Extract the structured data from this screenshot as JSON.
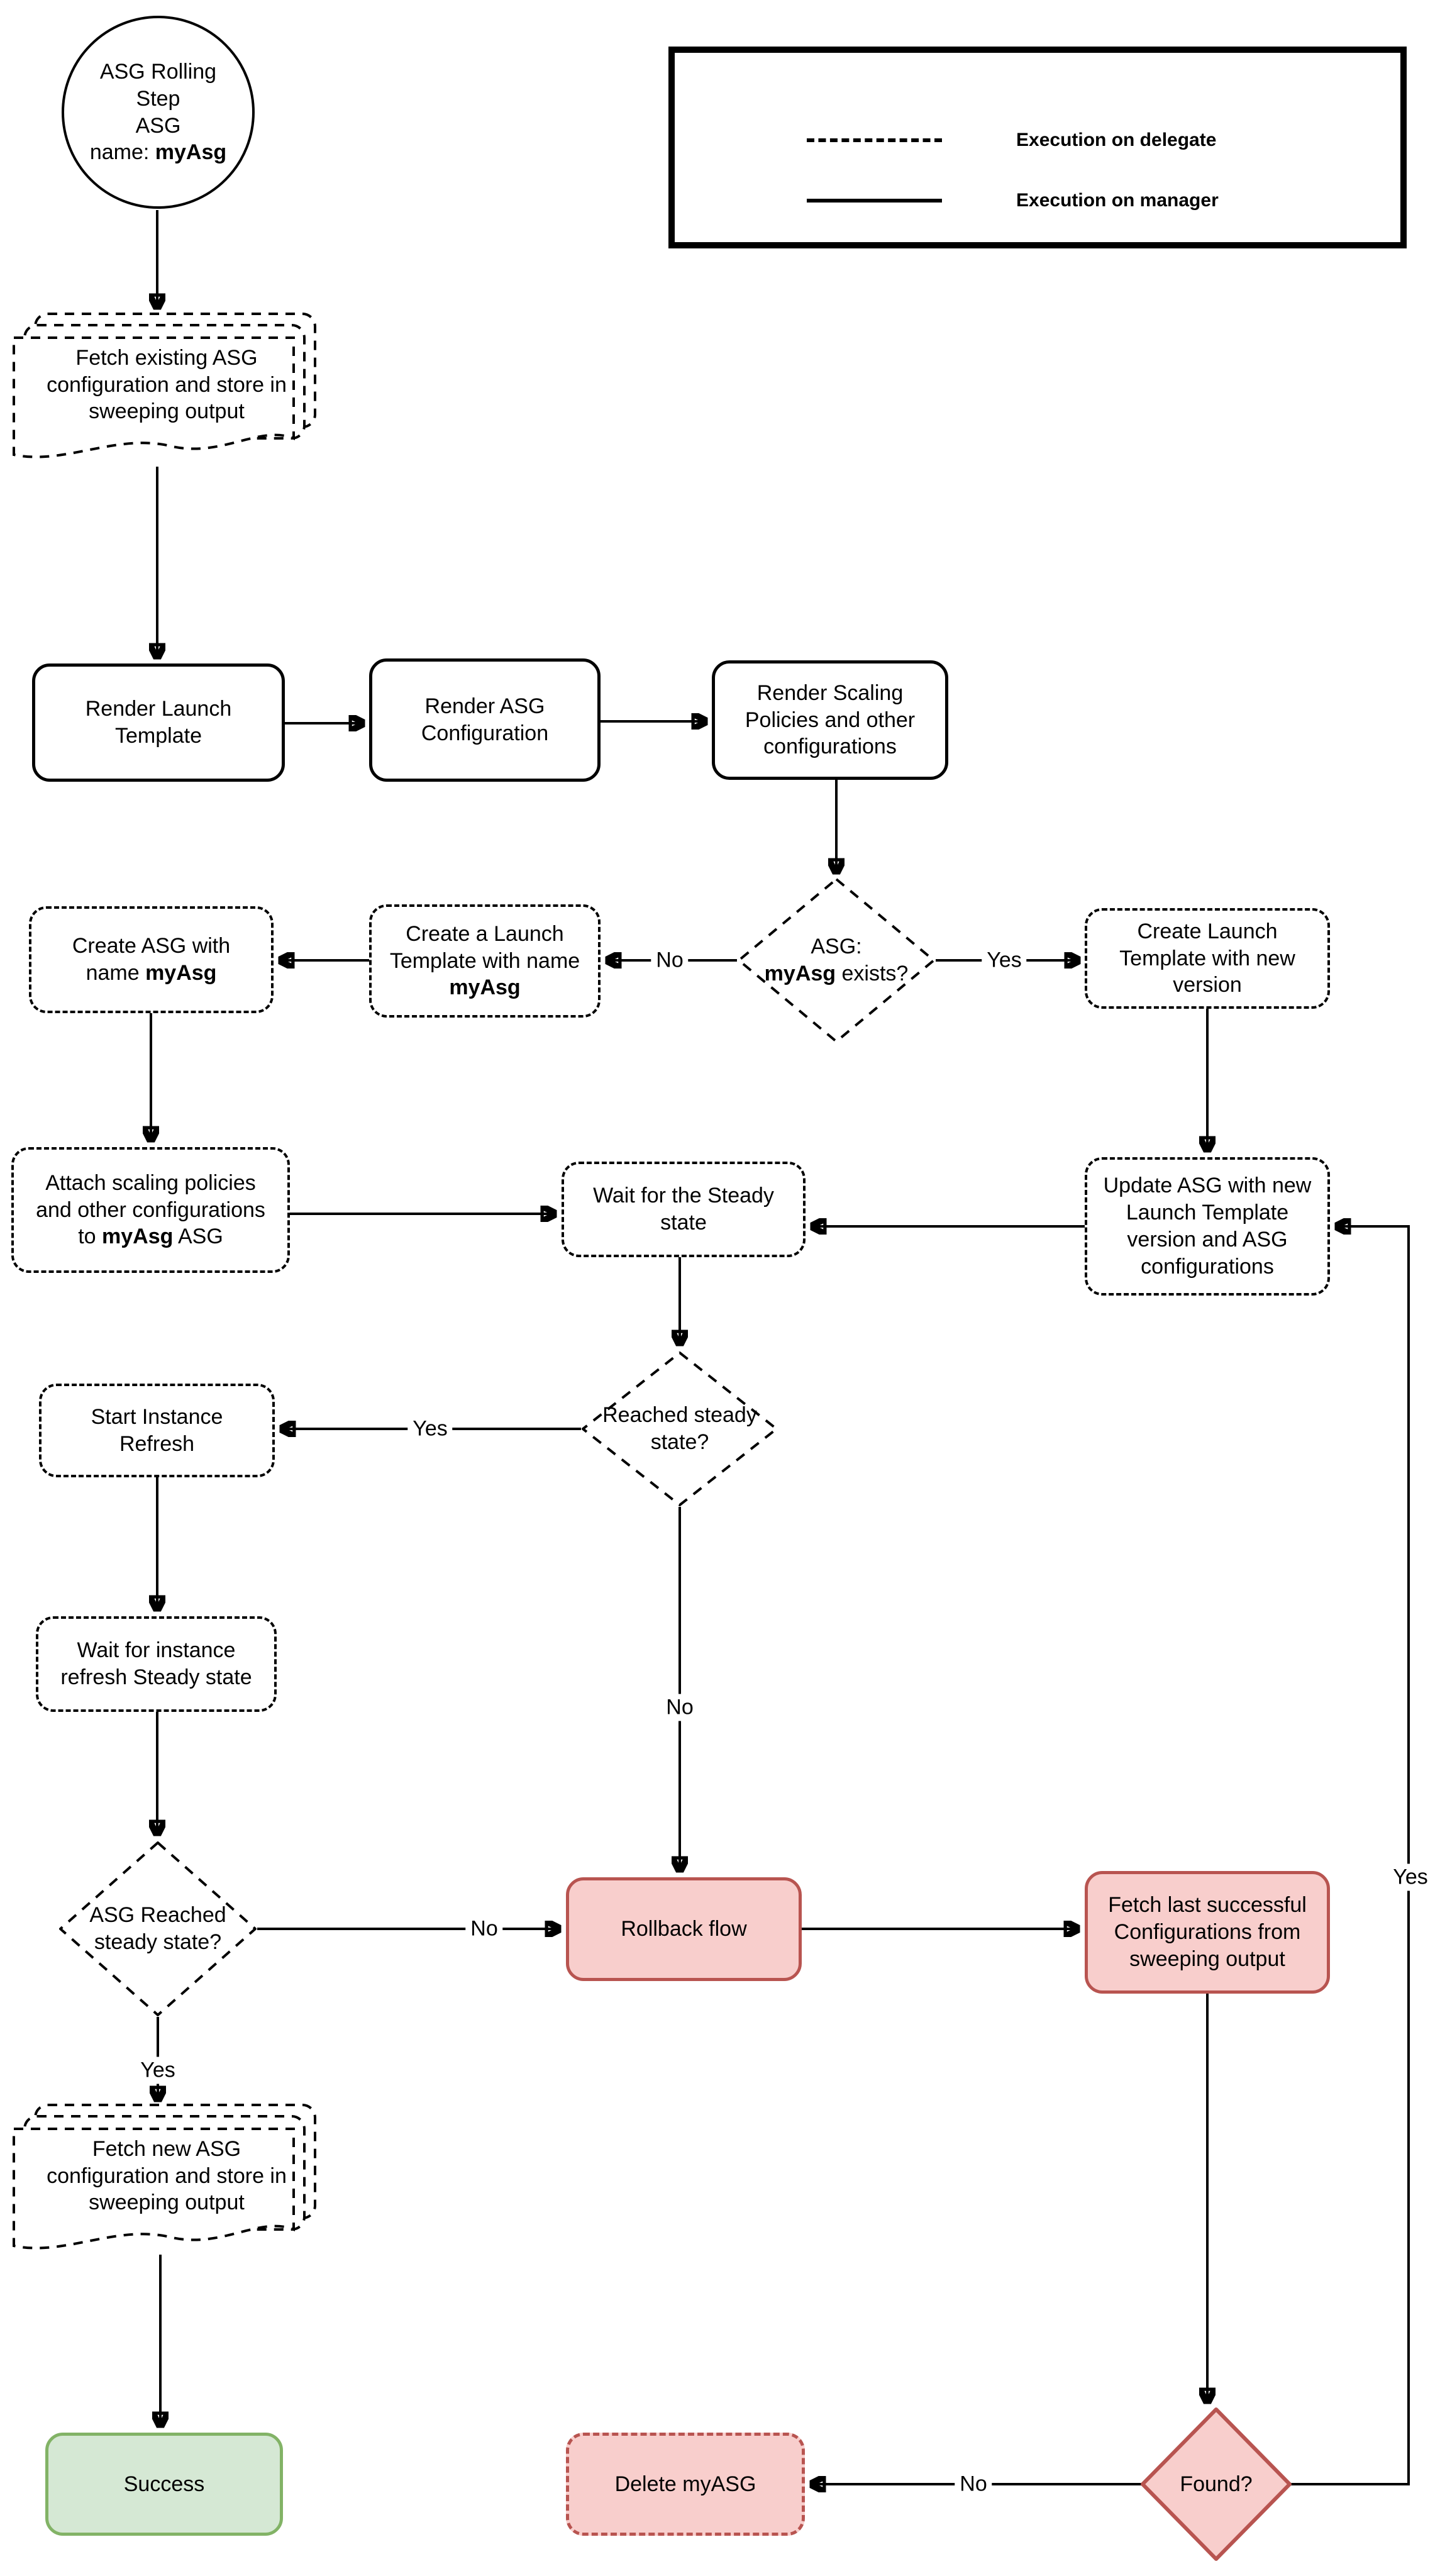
{
  "legend": {
    "items": [
      {
        "style": "dashed",
        "label": "Execution on delegate"
      },
      {
        "style": "solid",
        "label": "Execution on manager"
      }
    ]
  },
  "colors": {
    "danger_fill": "#F8CECC",
    "danger_stroke": "#B85450",
    "success_fill": "#D5E8D4",
    "success_stroke": "#82B366",
    "line": "#000000",
    "background": "#FFFFFF"
  },
  "nodes": {
    "start": {
      "line1": "ASG Rolling Step",
      "line2": "ASG",
      "line3_pre": "name: ",
      "line3_bold": "myAsg"
    },
    "fetch_existing": {
      "label": "Fetch existing ASG configuration and store in sweeping output"
    },
    "render_launch_template": {
      "label": "Render Launch Template"
    },
    "render_asg_configuration": {
      "label": "Render ASG Configuration"
    },
    "render_scaling_policies": {
      "label": "Render Scaling Policies and other configurations"
    },
    "asg_exists": {
      "line1": "ASG:",
      "bold": "myAsg",
      "post": " exists?"
    },
    "create_launch_template_named": {
      "pre": "Create a Launch Template with name ",
      "bold": "myAsg"
    },
    "create_asg": {
      "pre": "Create ASG with name ",
      "bold": "myAsg"
    },
    "create_launch_template_new": {
      "label": "Create Launch Template with new version"
    },
    "attach_scaling": {
      "pre": "Attach scaling policies and other configurations to ",
      "bold": "myAsg",
      "post": " ASG"
    },
    "wait_steady": {
      "label": "Wait for the Steady state"
    },
    "update_asg": {
      "label": "Update ASG with new Launch Template version and ASG configurations"
    },
    "reached_steady": {
      "label": "Reached steady state?"
    },
    "start_instance_refresh": {
      "label": "Start Instance Refresh"
    },
    "wait_instance_refresh": {
      "label": "Wait for instance refresh Steady state"
    },
    "asg_reached_steady": {
      "label": "ASG Reached steady state?"
    },
    "rollback": {
      "label": "Rollback flow"
    },
    "fetch_last": {
      "label": "Fetch last successful Configurations from sweeping output"
    },
    "fetch_new": {
      "label": "Fetch new ASG configuration and store in sweeping output"
    },
    "success": {
      "label": "Success"
    },
    "delete_asg": {
      "label": "Delete myASG"
    },
    "found": {
      "label": "Found?"
    }
  },
  "edge_labels": {
    "asg_exists_no": "No",
    "asg_exists_yes": "Yes",
    "reached_yes": "Yes",
    "reached_no": "No",
    "asg_reached_no": "No",
    "asg_reached_yes": "Yes",
    "found_no": "No",
    "found_yes": "Yes"
  }
}
